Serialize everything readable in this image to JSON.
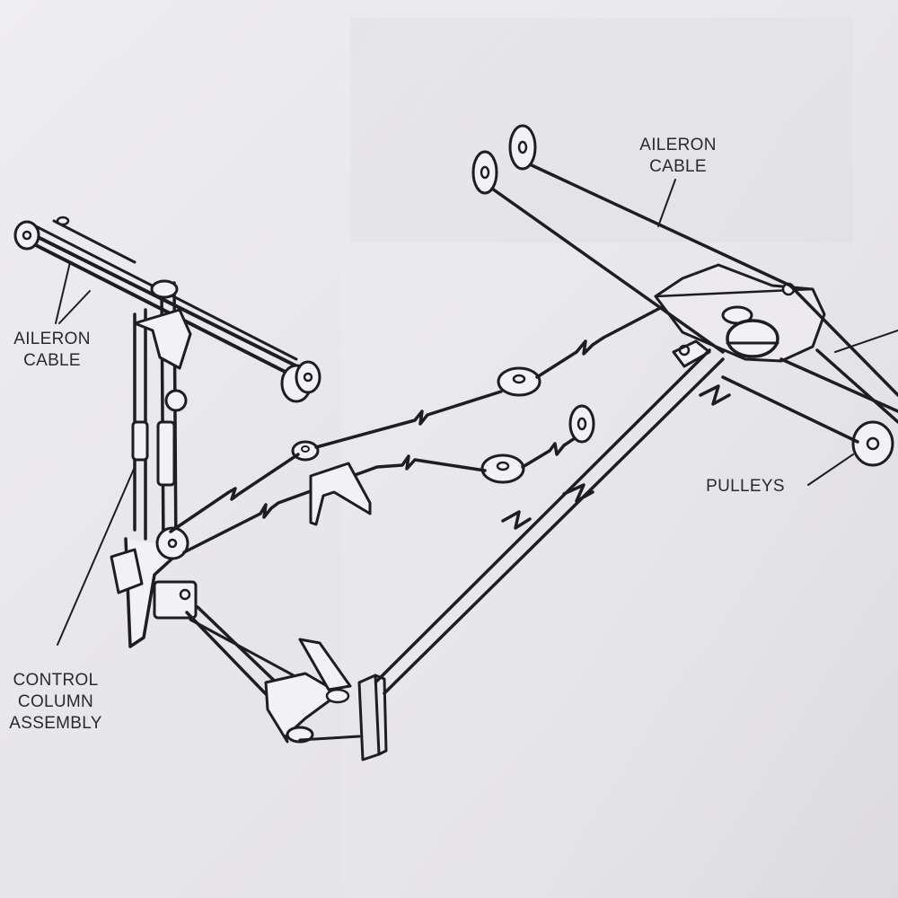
{
  "diagram": {
    "labels": {
      "aileron_cable_right": {
        "line1": "AILERON",
        "line2": "CABLE"
      },
      "aileron_cable_left": {
        "line1": "AILERON",
        "line2": "CABLE"
      },
      "pulleys": "PULLEYS",
      "control_column_assembly": {
        "line1": "CONTROL",
        "line2": "COLUMN",
        "line3": "ASSEMBLY"
      }
    },
    "colors": {
      "ink": "#1e1e20",
      "paper": "#e9e8ea",
      "pulley_fill": "#f2f1f3"
    }
  }
}
